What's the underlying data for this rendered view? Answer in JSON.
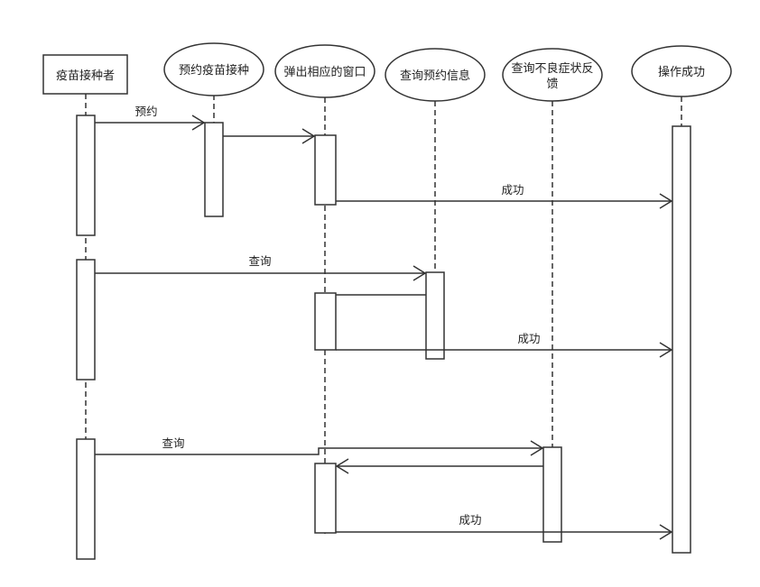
{
  "participants": {
    "p1": "疫苗接种者",
    "p2": "预约疫苗接种",
    "p3": "弹出相应的窗口",
    "p4": "查询预约信息",
    "p5_line1": "查询不良症状反",
    "p5_line2": "馈",
    "p6": "操作成功"
  },
  "messages": {
    "m1": "预约",
    "m2": "成功",
    "m3": "查询",
    "m4": "成功",
    "m5": "查询",
    "m6": "成功"
  }
}
